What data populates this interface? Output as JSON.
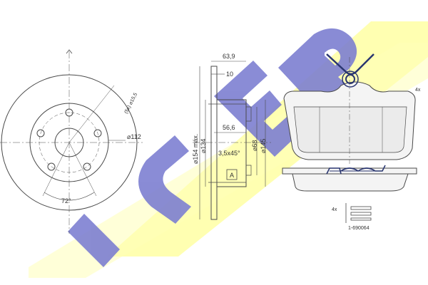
{
  "brand": {
    "watermark_text": "ICER",
    "watermark_fill": "#7d7fd1",
    "banner_fill": "#ffffa8"
  },
  "disc": {
    "bolt_pattern": "(5x) ⌀15,5",
    "pcd": "⌀112",
    "angle": "72°"
  },
  "profile": {
    "total_thickness": "63,9",
    "disc_thickness": "10",
    "hub_bore": "56,6",
    "chamfer": "3,5x45°",
    "outer_diameter": "⌀154 máx.",
    "hat_diameter": "⌀134",
    "center_bore": "⌀68",
    "diameter_145": "⌀145",
    "section_label": "A"
  },
  "pads": {
    "quantity_top": "4x",
    "quantity_bottom": "4x",
    "part_number": "1-690064"
  },
  "colors": {
    "line": "#4a4a4a",
    "thin": "#6a6a6a",
    "clip": "#2a3670",
    "pad_fill": "#f4f4f4"
  }
}
